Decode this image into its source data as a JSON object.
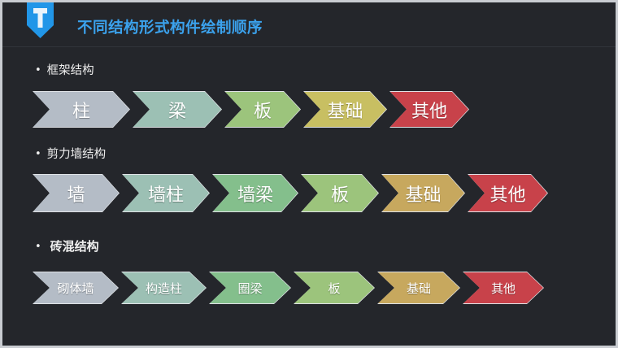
{
  "header": {
    "logo_icon": "shield-t-logo-icon",
    "logo_letter": "T",
    "logo_color": "#2196e8",
    "title": "不同结构形式构件绘制顺序",
    "title_color": "#3ba2ed"
  },
  "background": {
    "slide_bg": "#24262b",
    "page_bg": "#c9ccd1",
    "divider": "#31343a"
  },
  "sections": [
    {
      "bullet": "•",
      "label": "框架结构",
      "bold": false,
      "steps": [
        {
          "label": "柱",
          "color": "#b4bcc6"
        },
        {
          "label": "梁",
          "color": "#9cc0b4"
        },
        {
          "label": "板",
          "color": "#9cc47c"
        },
        {
          "label": "基础",
          "color": "#c8bf62"
        },
        {
          "label": "其他",
          "color": "#c8424a"
        }
      ]
    },
    {
      "bullet": "•",
      "label": "剪力墙结构",
      "bold": false,
      "steps": [
        {
          "label": "墙",
          "color": "#b4bcc6"
        },
        {
          "label": "墙柱",
          "color": "#9cc0b4"
        },
        {
          "label": "墙梁",
          "color": "#84bf8c"
        },
        {
          "label": "板",
          "color": "#9cc47c"
        },
        {
          "label": "基础",
          "color": "#c7a85e"
        },
        {
          "label": "其他",
          "color": "#c8424a"
        }
      ]
    },
    {
      "bullet": "•",
      "label": "砖混结构",
      "bold": true,
      "steps": [
        {
          "label": "砌体墙",
          "color": "#b4bcc6"
        },
        {
          "label": "构造柱",
          "color": "#9cc0b4"
        },
        {
          "label": "圈梁",
          "color": "#84bf8c"
        },
        {
          "label": "板",
          "color": "#9cc47c"
        },
        {
          "label": "基础",
          "color": "#c7a85e"
        },
        {
          "label": "其他",
          "color": "#c8424a"
        }
      ]
    }
  ]
}
